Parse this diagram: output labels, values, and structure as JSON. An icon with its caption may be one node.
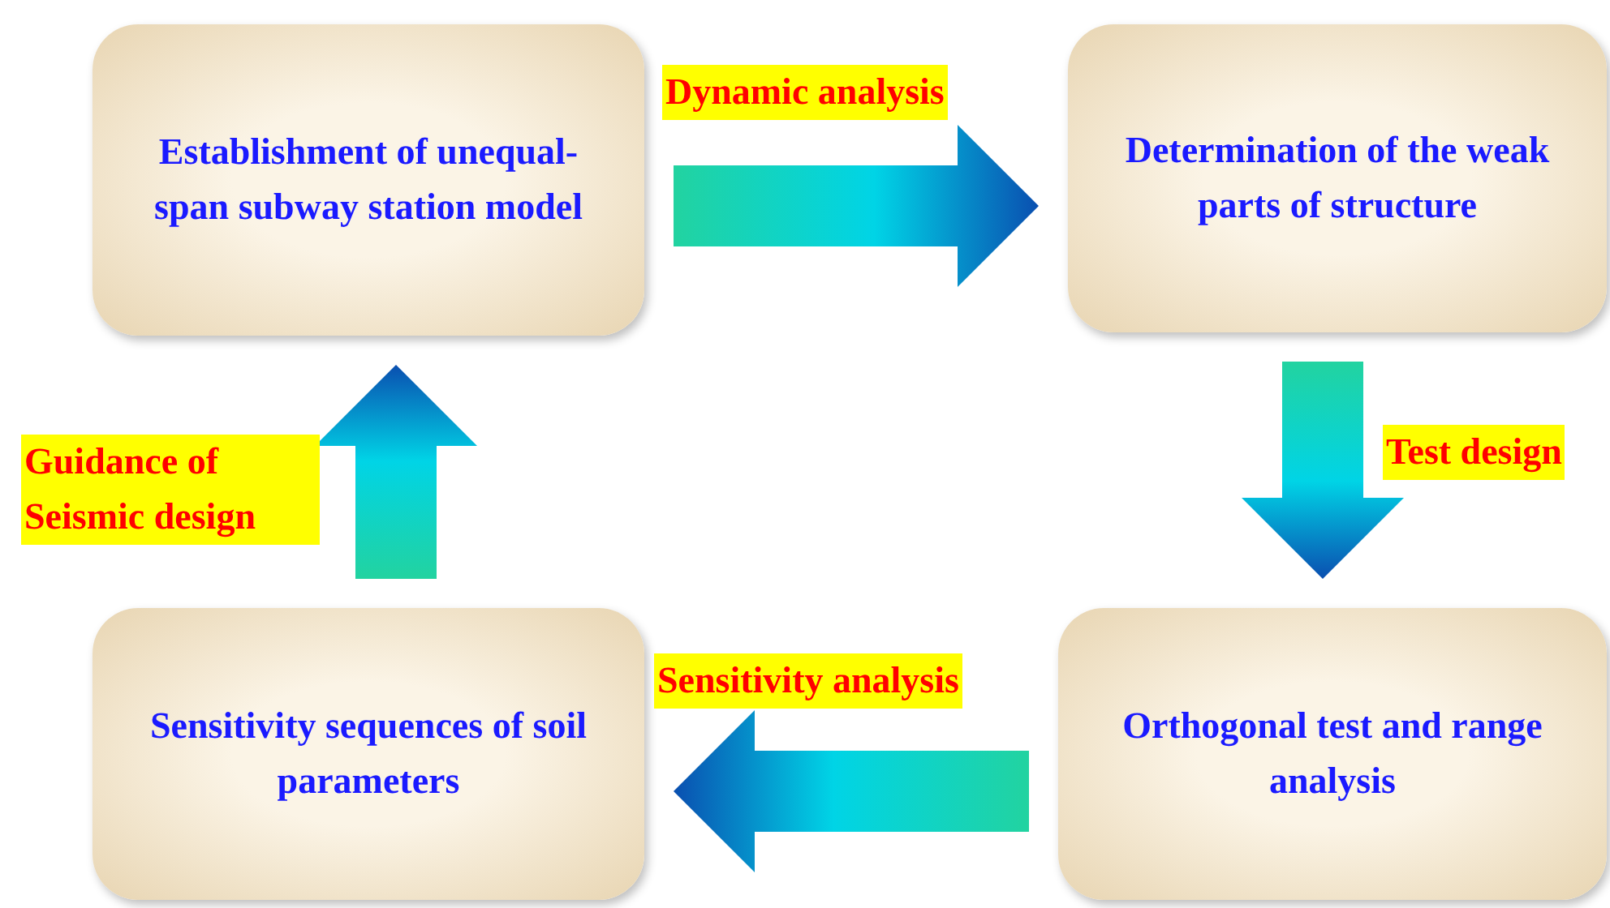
{
  "diagram": {
    "nodes": [
      {
        "text": [
          "Establishment of unequal-span subway station model"
        ]
      },
      {
        "text": [
          "Determination of the weak parts of structure"
        ]
      },
      {
        "text": [
          "Sensitivity sequences of soil parameters"
        ]
      },
      {
        "text": [
          "Orthogonal test and range analysis"
        ]
      }
    ],
    "edges": [
      {
        "from": 0,
        "to": 1,
        "arrow": "to",
        "label": "Dynamic analysis"
      },
      {
        "from": 1,
        "to": 3,
        "arrow": "to",
        "label": "Test design"
      },
      {
        "from": 3,
        "to": 2,
        "arrow": "to",
        "label": "Sensitivity analysis"
      },
      {
        "from": 2,
        "to": 0,
        "arrow": "to",
        "label": "Guidance of Seismic design"
      }
    ]
  }
}
